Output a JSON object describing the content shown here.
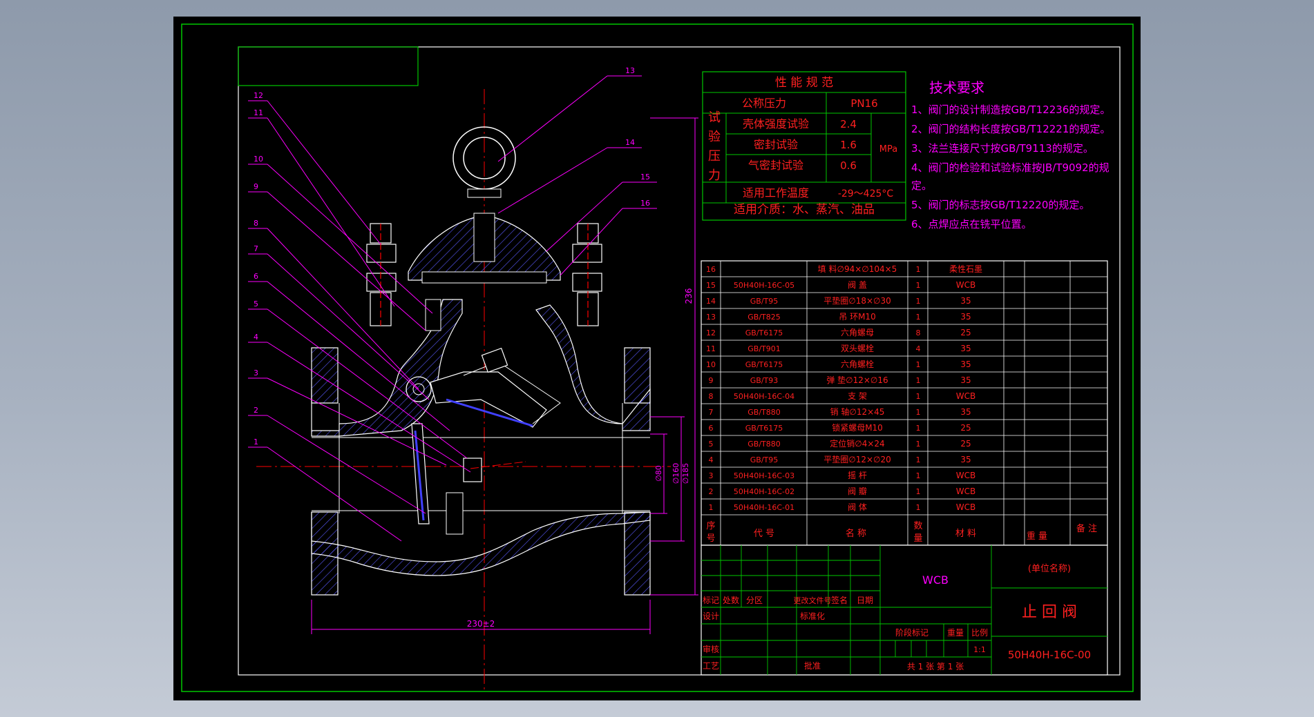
{
  "perf": {
    "title": "性 能 规 范",
    "nominal_label": "公称压力",
    "nominal_value": "PN16",
    "test_chars": [
      "试",
      "验",
      "压",
      "力"
    ],
    "shell_label": "壳体强度试验",
    "shell_value": "2.4",
    "seal_label": "密封试验",
    "seal_value": "1.6",
    "gas_label": "气密封试验",
    "gas_value": "0.6",
    "unit": "MPa",
    "temp_label": "适用工作温度",
    "temp_value": "-29～425°C",
    "medium": "适用介质：水、蒸汽、油品"
  },
  "tech": {
    "title": "技术要求",
    "items": [
      "1、阀门的设计制造按GB/T12236的规定。",
      "2、阀门的结构长度按GB/T12221的规定。",
      "3、法兰连接尺寸按GB/T9113的规定。",
      "4、阀门的检验和试验标准按JB/T9092的规",
      "定。",
      "5、阀门的标志按GB/T12220的规定。",
      "6、点焊应点在铣平位置。"
    ]
  },
  "bom": {
    "rows": [
      {
        "no": "16",
        "code": "",
        "name": "填 料∅94×∅104×5",
        "qty": "1",
        "mat": "柔性石墨"
      },
      {
        "no": "15",
        "code": "50H40H-16C-05",
        "name": "阀 盖",
        "qty": "1",
        "mat": "WCB"
      },
      {
        "no": "14",
        "code": "GB/T95",
        "name": "平垫圈∅18×∅30",
        "qty": "1",
        "mat": "35"
      },
      {
        "no": "13",
        "code": "GB/T825",
        "name": "吊 环M10",
        "qty": "1",
        "mat": "35"
      },
      {
        "no": "12",
        "code": "GB/T6175",
        "name": "六角螺母",
        "qty": "8",
        "mat": "25"
      },
      {
        "no": "11",
        "code": "GB/T901",
        "name": "双头螺栓",
        "qty": "4",
        "mat": "35"
      },
      {
        "no": "10",
        "code": "GB/T6175",
        "name": "六角螺栓",
        "qty": "1",
        "mat": "35"
      },
      {
        "no": "9",
        "code": "GB/T93",
        "name": "弹 垫∅12×∅16",
        "qty": "1",
        "mat": "35"
      },
      {
        "no": "8",
        "code": "50H40H-16C-04",
        "name": "支 架",
        "qty": "1",
        "mat": "WCB"
      },
      {
        "no": "7",
        "code": "GB/T880",
        "name": "销 轴∅12×45",
        "qty": "1",
        "mat": "35"
      },
      {
        "no": "6",
        "code": "GB/T6175",
        "name": "锁紧螺母M10",
        "qty": "1",
        "mat": "25"
      },
      {
        "no": "5",
        "code": "GB/T880",
        "name": "定位销∅4×24",
        "qty": "1",
        "mat": "25"
      },
      {
        "no": "4",
        "code": "GB/T95",
        "name": "平垫圈∅12×∅20",
        "qty": "1",
        "mat": "35"
      },
      {
        "no": "3",
        "code": "50H40H-16C-03",
        "name": "摇 杆",
        "qty": "1",
        "mat": "WCB"
      },
      {
        "no": "2",
        "code": "50H40H-16C-02",
        "name": "阀 瓣",
        "qty": "1",
        "mat": "WCB"
      },
      {
        "no": "1",
        "code": "50H40H-16C-01",
        "name": "阀 体",
        "qty": "1",
        "mat": "WCB"
      }
    ],
    "hdr_no": [
      "序",
      "号"
    ],
    "hdr_code": "代   号",
    "hdr_name": "名     称",
    "hdr_qty": [
      "数",
      "量"
    ],
    "hdr_mat": "材   料",
    "hdr_weight": "重 量",
    "hdr_remark": "备 注"
  },
  "title_block": {
    "material": "WCB",
    "company": "(单位名称)",
    "part_name": "止 回 阀",
    "drawing_no": "50H40H-16C-00",
    "mark": "标记",
    "count": "处数",
    "zone": "分区",
    "change_doc": "更改文件号",
    "sign": "签名",
    "date": "日期",
    "design": "设计",
    "standardize": "标准化",
    "check": "审核",
    "process": "工艺",
    "approve": "批准",
    "stage_mark": "阶段标记",
    "weight": "重量",
    "scale": "比例",
    "scale_value": "1:1",
    "sheets": "共 1 张  第 1 张"
  },
  "dims": {
    "height": "236",
    "length": "230±2",
    "d1": "∅80",
    "d2": "∅160",
    "d3": "∅185"
  },
  "callouts": [
    "1",
    "2",
    "3",
    "4",
    "5",
    "6",
    "7",
    "8",
    "9",
    "10",
    "11",
    "12",
    "13",
    "14",
    "15",
    "16"
  ],
  "colors": {
    "background": "#000000",
    "frame": "#00c800",
    "lines": "#ffffff",
    "magenta": "#ff00ff",
    "red": "#ff0000",
    "hatch": "#5050ff",
    "table_lines": "#ffffff",
    "red_text": "#ff2020"
  }
}
